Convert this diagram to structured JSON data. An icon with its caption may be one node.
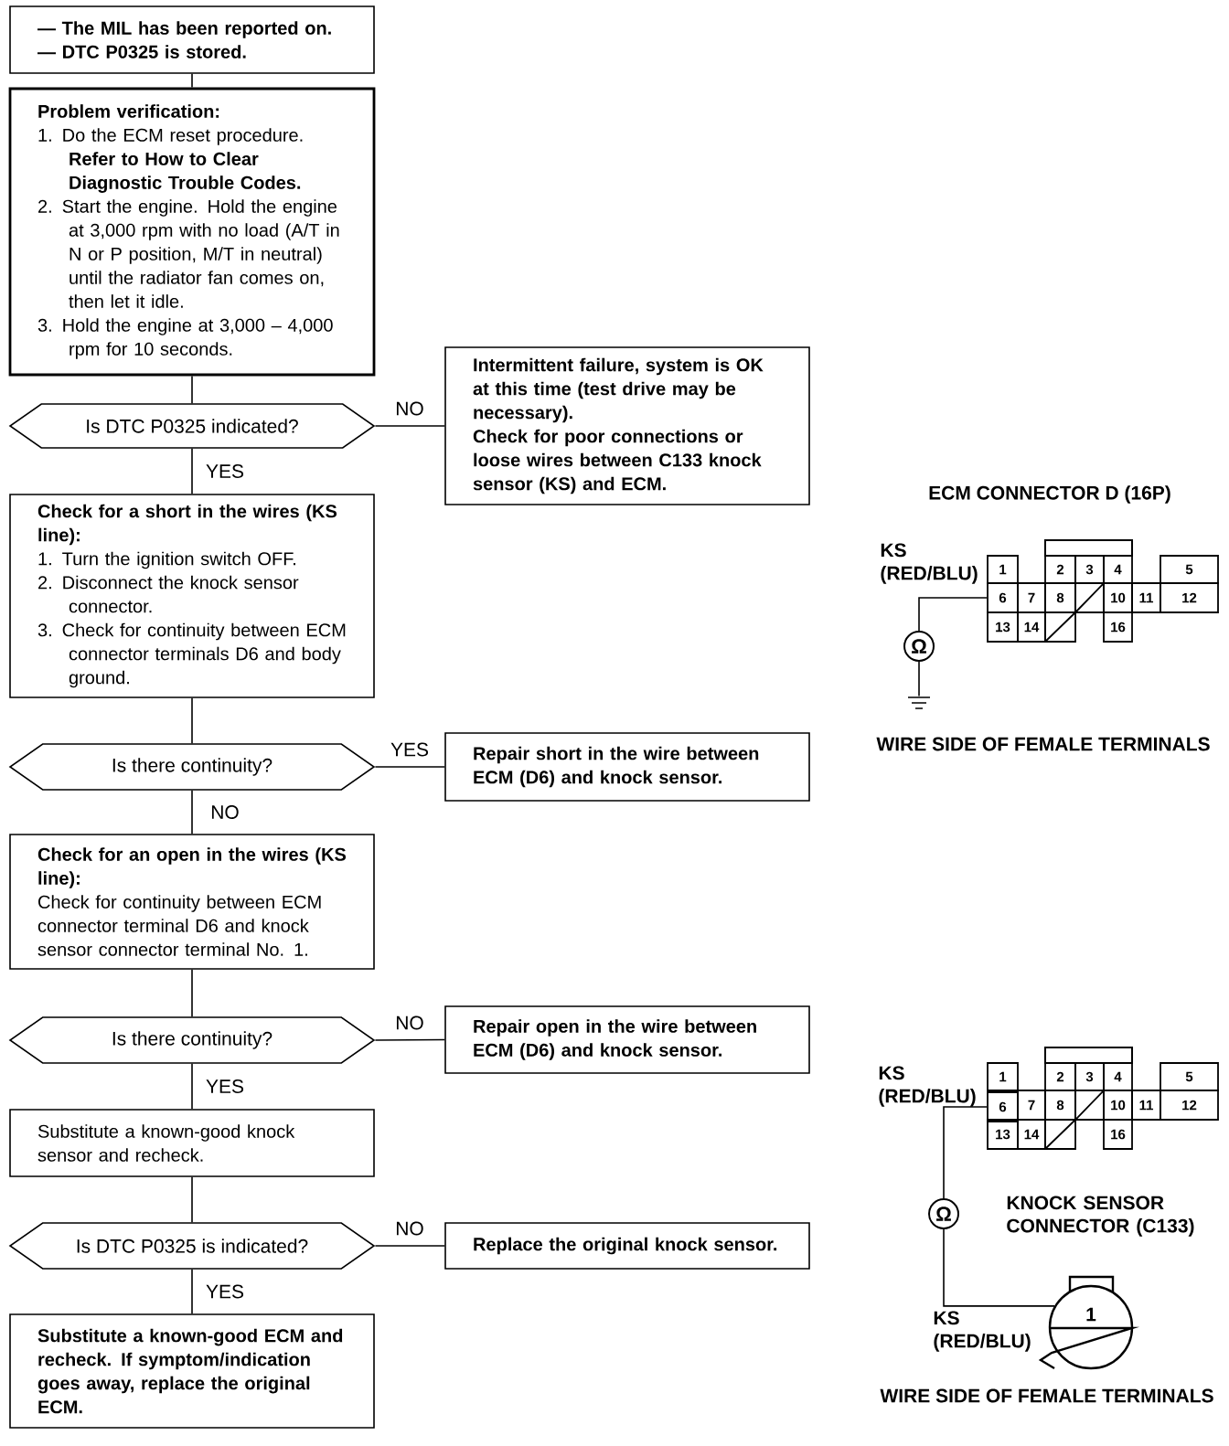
{
  "diagram": {
    "nodes": [
      {
        "text": [
          "— The MIL has been reported on.",
          "— DTC P0325 is stored."
        ]
      },
      {
        "text": [
          "Problem verification:",
          "1. Do the ECM reset procedure. **Refer to How to Clear Diagnostic Trouble Codes.**",
          "2. Start the engine. Hold the engine at 3,000 rpm with no load (A/T in N or P position, M/T in neutral) until the radiator fan comes on, then let it idle.",
          "3. Hold the engine at 3,000 – 4,000 rpm for 10 seconds."
        ]
      },
      {
        "text": [
          "Is DTC P0325 indicated?"
        ]
      },
      {
        "text": [
          "Intermittent failure, system is OK at this time (test drive may be necessary).",
          "Check for poor connections or loose wires between C133 knock sensor (KS) and ECM."
        ]
      },
      {
        "text": [
          "Check for a short in the wires (KS line):",
          "1. Turn the ignition switch OFF.",
          "2. Disconnect the knock sensor connector.",
          "3. Check for continuity between ECM connector terminals D6 and body ground."
        ]
      },
      {
        "text": [
          "Is there continuity?"
        ]
      },
      {
        "text": [
          "Repair short in the wire between ECM (D6) and knock sensor."
        ]
      },
      {
        "text": [
          "Check for an open in the wires (KS line):",
          "Check for continuity between ECM connector terminal D6 and knock sensor connector terminal No. 1."
        ]
      },
      {
        "text": [
          "Is there continuity?"
        ]
      },
      {
        "text": [
          "Repair open in the wire between ECM (D6) and knock sensor."
        ]
      },
      {
        "text": [
          "Substitute a known-good knock sensor and recheck."
        ]
      },
      {
        "text": [
          "Is DTC P0325 is indicated?"
        ]
      },
      {
        "text": [
          "Replace the original knock sensor."
        ]
      },
      {
        "text": [
          "Substitute a known-good ECM and recheck. If symptom/indication goes away, replace the original ECM."
        ]
      },
      {
        "text": [
          "6"
        ]
      },
      {
        "text": [
          "Ω"
        ]
      },
      {
        "text": [],
        "shape": "ground"
      },
      {
        "text": [
          "6"
        ]
      },
      {
        "text": [
          "Ω"
        ]
      },
      {
        "text": [
          "1"
        ]
      }
    ],
    "edges": [
      {
        "from": 0,
        "to": 1,
        "arrow": "none"
      },
      {
        "from": 1,
        "to": 2,
        "arrow": "none"
      },
      {
        "from": 2,
        "to": 3,
        "arrow": "none",
        "label": "NO"
      },
      {
        "from": 2,
        "to": 4,
        "arrow": "none",
        "label": "YES"
      },
      {
        "from": 4,
        "to": 5,
        "arrow": "none"
      },
      {
        "from": 5,
        "to": 6,
        "arrow": "none",
        "label": "YES"
      },
      {
        "from": 5,
        "to": 7,
        "arrow": "none",
        "label": "NO"
      },
      {
        "from": 7,
        "to": 8,
        "arrow": "none"
      },
      {
        "from": 8,
        "to": 9,
        "arrow": "none",
        "label": "NO"
      },
      {
        "from": 8,
        "to": 10,
        "arrow": "none",
        "label": "YES"
      },
      {
        "from": 10,
        "to": 11,
        "arrow": "none"
      },
      {
        "from": 11,
        "to": 12,
        "arrow": "none",
        "label": "NO"
      },
      {
        "from": 11,
        "to": 13,
        "arrow": "none",
        "label": "YES"
      },
      {
        "from": 15,
        "to": 14,
        "arrow": "none"
      },
      {
        "from": 15,
        "to": 16,
        "arrow": "none"
      },
      {
        "from": 18,
        "to": 17,
        "arrow": "none"
      },
      {
        "from": 18,
        "to": 19,
        "arrow": "none"
      }
    ],
    "labels": [
      "ECM CONNECTOR D (16P)",
      "KS (RED/BLU)",
      "1",
      "2",
      "3",
      "4",
      "5",
      "7",
      "8",
      "10",
      "11",
      "12",
      "13",
      "14",
      "16",
      "WIRE SIDE OF FEMALE TERMINALS",
      "KS (RED/BLU)",
      "1",
      "2",
      "3",
      "4",
      "5",
      "7",
      "8",
      "10",
      "11",
      "12",
      "13",
      "14",
      "16",
      "KNOCK SENSOR CONNECTOR (C133)",
      "KS (RED/BLU)",
      "WIRE SIDE OF FEMALE TERMINALS"
    ]
  }
}
